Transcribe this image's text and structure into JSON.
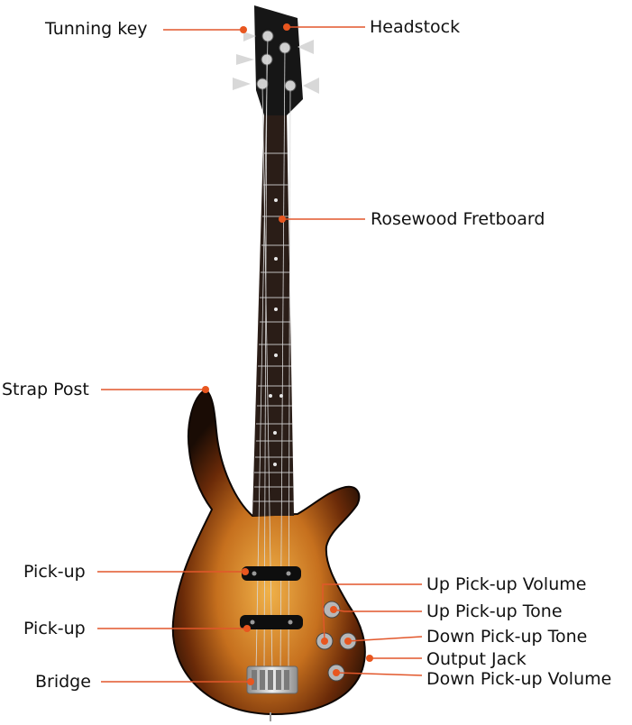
{
  "labels": {
    "tuning_key": "Tunning key",
    "headstock": "Headstock",
    "fretboard": "Rosewood Fretboard",
    "strap_post": "Strap Post",
    "pickup_neck": "Pick-up",
    "pickup_bridge": "Pick-up",
    "bridge": "Bridge",
    "up_pickup_volume": "Up Pick-up Volume",
    "up_pickup_tone": "Up Pick-up Tone",
    "down_pickup_tone": "Down Pick-up Tone",
    "output_jack": "Output Jack",
    "down_pickup_volume": "Down Pick-up Volume"
  },
  "colors": {
    "leader_line": "#e2572b",
    "marker": "#e8561f",
    "body_edge": "#1a0c05",
    "body_mid": "#8a3a0c",
    "body_center": "#e8a23c",
    "fretboard": "#2a1d17",
    "headstock": "#161616",
    "hardware": "#c9c9c9"
  }
}
